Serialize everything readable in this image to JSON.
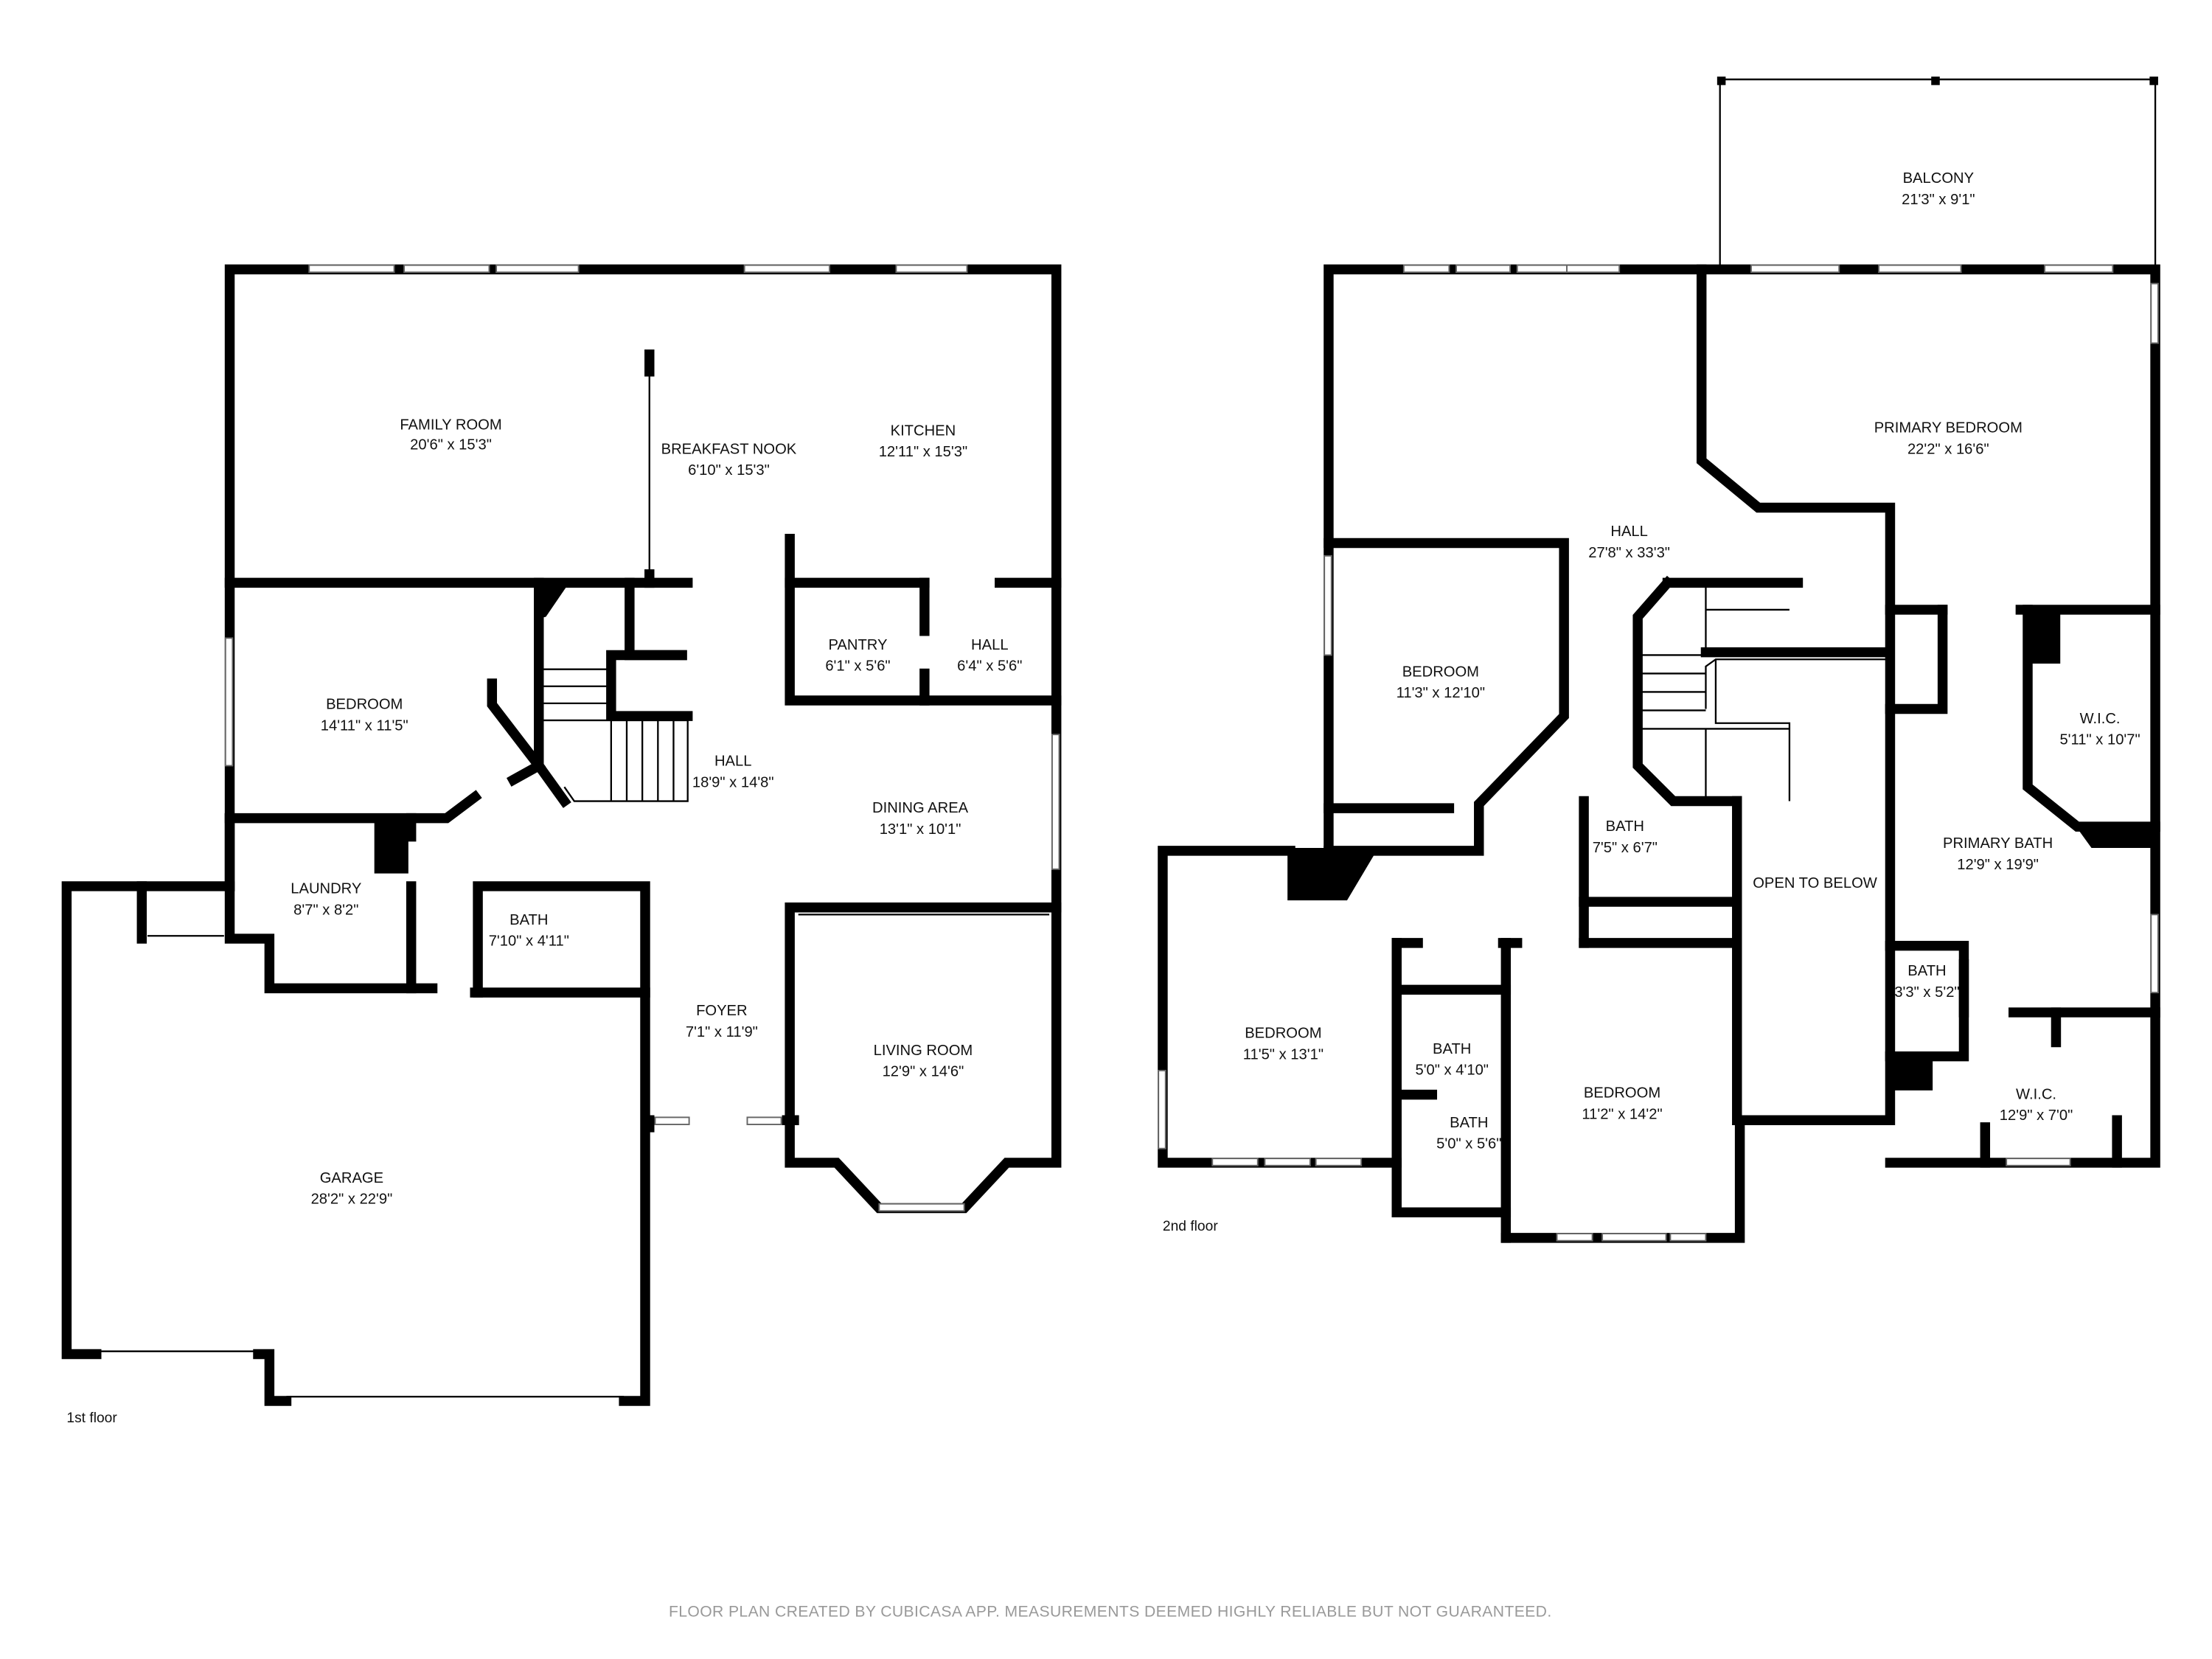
{
  "floors": [
    {
      "label": "1st floor",
      "rooms": [
        {
          "name": "FAMILY ROOM",
          "size": "20'6\" x 15'3\""
        },
        {
          "name": "BREAKFAST NOOK",
          "size": "6'10\" x 15'3\""
        },
        {
          "name": "KITCHEN",
          "size": "12'11\" x 15'3\""
        },
        {
          "name": "BEDROOM",
          "size": "14'11\" x 11'5\""
        },
        {
          "name": "PANTRY",
          "size": "6'1\" x 5'6\""
        },
        {
          "name": "HALL",
          "size": "6'4\" x 5'6\""
        },
        {
          "name": "HALL",
          "size": "18'9\" x 14'8\""
        },
        {
          "name": "DINING AREA",
          "size": "13'1\" x 10'1\""
        },
        {
          "name": "LAUNDRY",
          "size": "8'7\" x 8'2\""
        },
        {
          "name": "BATH",
          "size": "7'10\" x 4'11\""
        },
        {
          "name": "FOYER",
          "size": "7'1\" x 11'9\""
        },
        {
          "name": "LIVING ROOM",
          "size": "12'9\" x 14'6\""
        },
        {
          "name": "GARAGE",
          "size": "28'2\" x 22'9\""
        }
      ]
    },
    {
      "label": "2nd floor",
      "rooms": [
        {
          "name": "BALCONY",
          "size": "21'3\" x 9'1\""
        },
        {
          "name": "PRIMARY BEDROOM",
          "size": "22'2\" x 16'6\""
        },
        {
          "name": "HALL",
          "size": "27'8\" x 33'3\""
        },
        {
          "name": "BEDROOM",
          "size": "11'3\" x 12'10\""
        },
        {
          "name": "W.I.C.",
          "size": "5'11\" x 10'7\""
        },
        {
          "name": "BATH",
          "size": "7'5\" x 6'7\""
        },
        {
          "name": "OPEN TO BELOW",
          "size": ""
        },
        {
          "name": "PRIMARY BATH",
          "size": "12'9\" x 19'9\""
        },
        {
          "name": "BEDROOM",
          "size": "11'5\" x 13'1\""
        },
        {
          "name": "BATH",
          "size": "3'3\" x 5'2\""
        },
        {
          "name": "BATH",
          "size": "5'0\" x 4'10\""
        },
        {
          "name": "BEDROOM",
          "size": "11'2\" x 14'2\""
        },
        {
          "name": "W.I.C.",
          "size": "12'9\" x 7'0\""
        },
        {
          "name": "BATH",
          "size": "5'0\" x 5'6\""
        }
      ]
    }
  ],
  "footer": "FLOOR PLAN CREATED BY CUBICASA APP. MEASUREMENTS DEEMED HIGHLY RELIABLE BUT NOT GUARANTEED."
}
